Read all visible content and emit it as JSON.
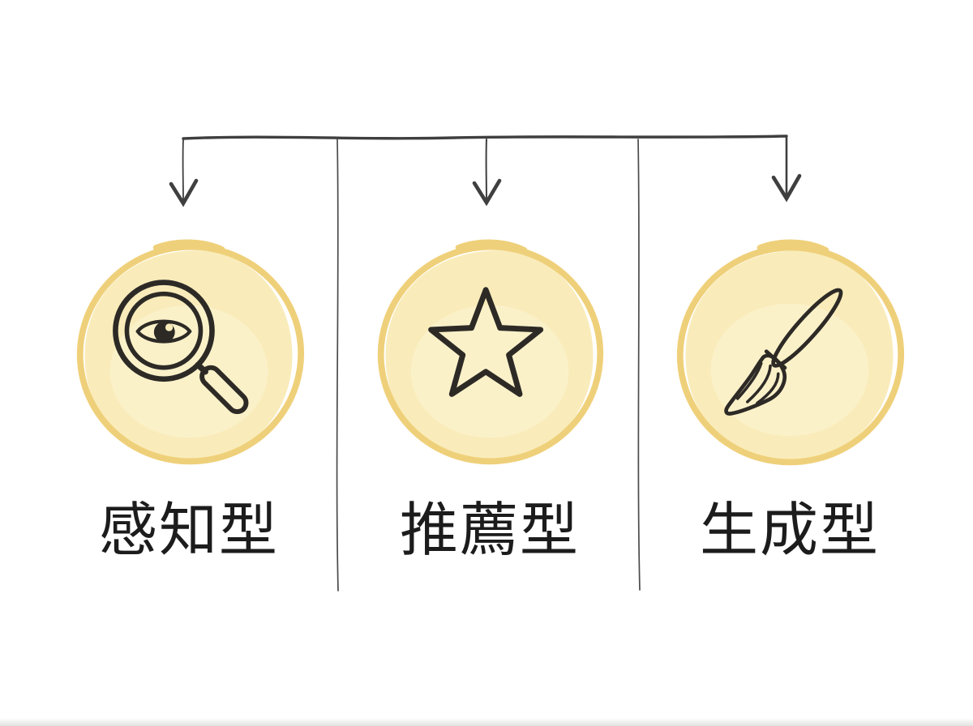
{
  "diagram": {
    "description": "hand-drawn branching diagram, one top bracket splitting into three categories",
    "connector": {
      "type": "top-bracket",
      "arrow_count": 3,
      "column_divider_count": 2
    },
    "categories": [
      {
        "id": "perception",
        "label": "感知型",
        "icon": "magnifier-eye-icon"
      },
      {
        "id": "recommendation",
        "label": "推薦型",
        "icon": "star-icon"
      },
      {
        "id": "generative",
        "label": "生成型",
        "icon": "paintbrush-icon"
      }
    ],
    "colors": {
      "badge_fill": "#f9ecba",
      "badge_fill_light": "#fdf5d6",
      "badge_outline": "#efd07a",
      "ink": "#2d2a26",
      "connector": "#3f3f3f",
      "divider": "#4b4b4b",
      "label_text": "#1c1c1c"
    }
  }
}
